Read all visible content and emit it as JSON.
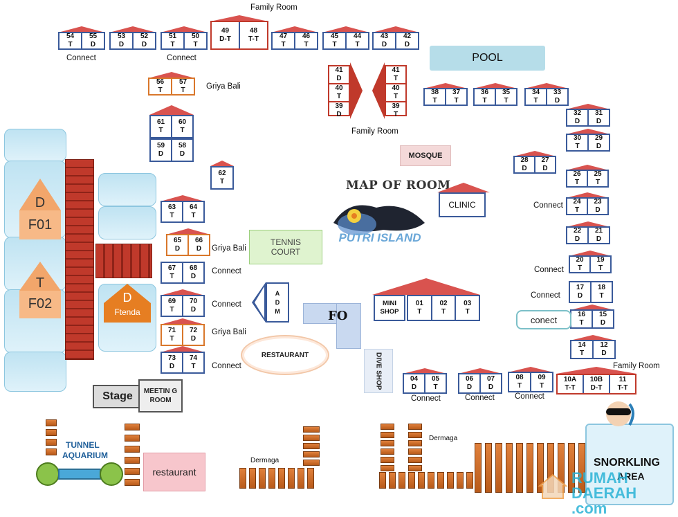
{
  "map": {
    "title": "MAP OF ROOM",
    "logo_text": "PUTRI ISLAND",
    "watermark": "RUMAH DAERAH .com",
    "colors": {
      "roof": "#d9534f",
      "unit_border": "#3a5a9a",
      "garden_border": "#d9772b",
      "water": "#bfe3f2",
      "jetty": "#d9772b"
    }
  },
  "labels": {
    "family_room_top": "Family Room",
    "family_room_mid": "Family Room",
    "family_room_right": "Family Room",
    "connect": "Connect",
    "conect": "conect",
    "griya_bali": "Griya Bali",
    "dermaga": "Dermaga"
  },
  "facilities": {
    "pool": "POOL",
    "mosque": "MOSQUE",
    "clinic": "CLINIC",
    "tennis_line1": "TENNIS",
    "tennis_line2": "COURT",
    "adm": "A D M",
    "fo": "FO",
    "restaurant_main": "RESTAURANT",
    "dive_shop": "DIVE SHOP",
    "mini_shop": "MINI SHOP",
    "stage": "Stage",
    "meeting_room": "MEETIN G ROOM",
    "tunnel_aquarium_1": "TUNNEL",
    "tunnel_aquarium_2": "AQUARIUM",
    "restaurant_small": "restaurant",
    "snorkling": "SNORKLING",
    "snorkling_area": "AREA",
    "f01_letter": "D",
    "f01_name": "F01",
    "f02_letter": "T",
    "f02_name": "F02",
    "ftenda_letter": "D",
    "ftenda_name": "Ftenda"
  },
  "rooms": {
    "r54_55": [
      {
        "n": "54",
        "t": "T"
      },
      {
        "n": "55",
        "t": "D"
      }
    ],
    "r53_52": [
      {
        "n": "53",
        "t": "D"
      },
      {
        "n": "52",
        "t": "D"
      }
    ],
    "r51_50": [
      {
        "n": "51",
        "t": "T"
      },
      {
        "n": "50",
        "t": "T"
      }
    ],
    "r49_48": [
      {
        "n": "49",
        "t": "D-T"
      },
      {
        "n": "48",
        "t": "T-T"
      }
    ],
    "r47_46": [
      {
        "n": "47",
        "t": "T"
      },
      {
        "n": "46",
        "t": "T"
      }
    ],
    "r45_44": [
      {
        "n": "45",
        "t": "T"
      },
      {
        "n": "44",
        "t": "T"
      }
    ],
    "r43_42": [
      {
        "n": "43",
        "t": "D"
      },
      {
        "n": "42",
        "t": "D"
      }
    ],
    "r56_57": [
      {
        "n": "56",
        "t": "T"
      },
      {
        "n": "57",
        "t": "T"
      }
    ],
    "r61_60": [
      {
        "n": "61",
        "t": "T"
      },
      {
        "n": "60",
        "t": "T"
      }
    ],
    "r59_58": [
      {
        "n": "59",
        "t": "D"
      },
      {
        "n": "58",
        "t": "D"
      }
    ],
    "r62": [
      {
        "n": "62",
        "t": "T"
      }
    ],
    "r63_64": [
      {
        "n": "63",
        "t": "T"
      },
      {
        "n": "64",
        "t": "T"
      }
    ],
    "r65_66": [
      {
        "n": "65",
        "t": "D"
      },
      {
        "n": "66",
        "t": "D"
      }
    ],
    "r67_68": [
      {
        "n": "67",
        "t": "T"
      },
      {
        "n": "68",
        "t": "D"
      }
    ],
    "r69_70": [
      {
        "n": "69",
        "t": "T"
      },
      {
        "n": "70",
        "t": "D"
      }
    ],
    "r71_72": [
      {
        "n": "71",
        "t": "T"
      },
      {
        "n": "72",
        "t": "D"
      }
    ],
    "r73_74": [
      {
        "n": "73",
        "t": "D"
      },
      {
        "n": "74",
        "t": "T"
      }
    ],
    "r41a": [
      {
        "n": "41",
        "t": "D"
      },
      {
        "n": "40",
        "t": "T"
      },
      {
        "n": "39",
        "t": "D"
      }
    ],
    "r41b": [
      {
        "n": "41",
        "t": "T"
      },
      {
        "n": "40",
        "t": "T"
      },
      {
        "n": "39",
        "t": "T"
      }
    ],
    "r38_37": [
      {
        "n": "38",
        "t": "T"
      },
      {
        "n": "37",
        "t": "T"
      }
    ],
    "r36_35": [
      {
        "n": "36",
        "t": "T"
      },
      {
        "n": "35",
        "t": "T"
      }
    ],
    "r34_33": [
      {
        "n": "34",
        "t": "T"
      },
      {
        "n": "33",
        "t": "D"
      }
    ],
    "r32_31": [
      {
        "n": "32",
        "t": "D"
      },
      {
        "n": "31",
        "t": "D"
      }
    ],
    "r30_29": [
      {
        "n": "30",
        "t": "T"
      },
      {
        "n": "29",
        "t": "D"
      }
    ],
    "r28_27": [
      {
        "n": "28",
        "t": "D"
      },
      {
        "n": "27",
        "t": "D"
      }
    ],
    "r26_25": [
      {
        "n": "26",
        "t": "T"
      },
      {
        "n": "25",
        "t": "T"
      }
    ],
    "r24_23": [
      {
        "n": "24",
        "t": "T"
      },
      {
        "n": "23",
        "t": "D"
      }
    ],
    "r22_21": [
      {
        "n": "22",
        "t": "D"
      },
      {
        "n": "21",
        "t": "D"
      }
    ],
    "r20_19": [
      {
        "n": "20",
        "t": "T"
      },
      {
        "n": "19",
        "t": "T"
      }
    ],
    "r17_18": [
      {
        "n": "17",
        "t": "D"
      },
      {
        "n": "18",
        "t": "T"
      }
    ],
    "r16_15": [
      {
        "n": "16",
        "t": "T"
      },
      {
        "n": "15",
        "t": "D"
      }
    ],
    "r14_12": [
      {
        "n": "14",
        "t": "T"
      },
      {
        "n": "12",
        "t": "D"
      }
    ],
    "r10a_11": [
      {
        "n": "10A",
        "t": "T-T"
      },
      {
        "n": "10B",
        "t": "D-T"
      },
      {
        "n": "11",
        "t": "T-T"
      }
    ],
    "r08_09": [
      {
        "n": "08",
        "t": "T"
      },
      {
        "n": "09",
        "t": "T"
      }
    ],
    "r06_07": [
      {
        "n": "06",
        "t": "D"
      },
      {
        "n": "07",
        "t": "D"
      }
    ],
    "r04_05": [
      {
        "n": "04",
        "t": "D"
      },
      {
        "n": "05",
        "t": "T"
      }
    ],
    "r01_03": [
      {
        "n": "01",
        "t": "T"
      },
      {
        "n": "02",
        "t": "T"
      },
      {
        "n": "03",
        "t": "T"
      }
    ]
  }
}
